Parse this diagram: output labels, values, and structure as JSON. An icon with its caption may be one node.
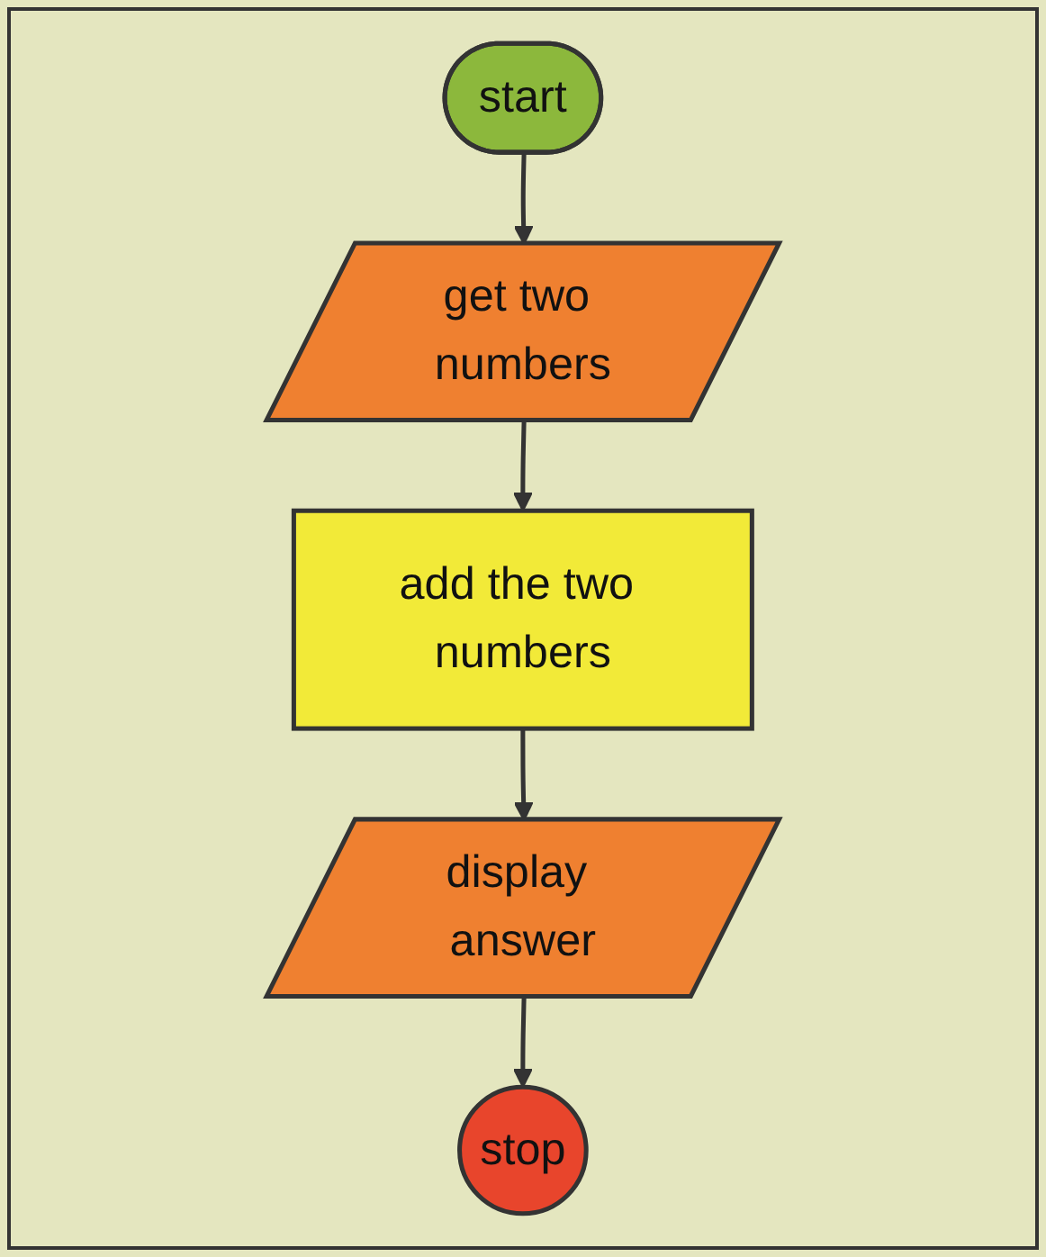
{
  "diagram": {
    "nodes": [
      {
        "text": [
          "start"
        ]
      },
      {
        "text": [
          "get two numbers"
        ]
      },
      {
        "text": [
          "add the two numbers"
        ]
      },
      {
        "text": [
          "display answer"
        ]
      },
      {
        "text": [
          "stop"
        ]
      }
    ],
    "edges": [
      {
        "from": 0,
        "to": 1,
        "arrow": "to"
      },
      {
        "from": 1,
        "to": 2,
        "arrow": "to"
      },
      {
        "from": 2,
        "to": 3,
        "arrow": "to"
      },
      {
        "from": 3,
        "to": 4,
        "arrow": "to"
      }
    ]
  }
}
